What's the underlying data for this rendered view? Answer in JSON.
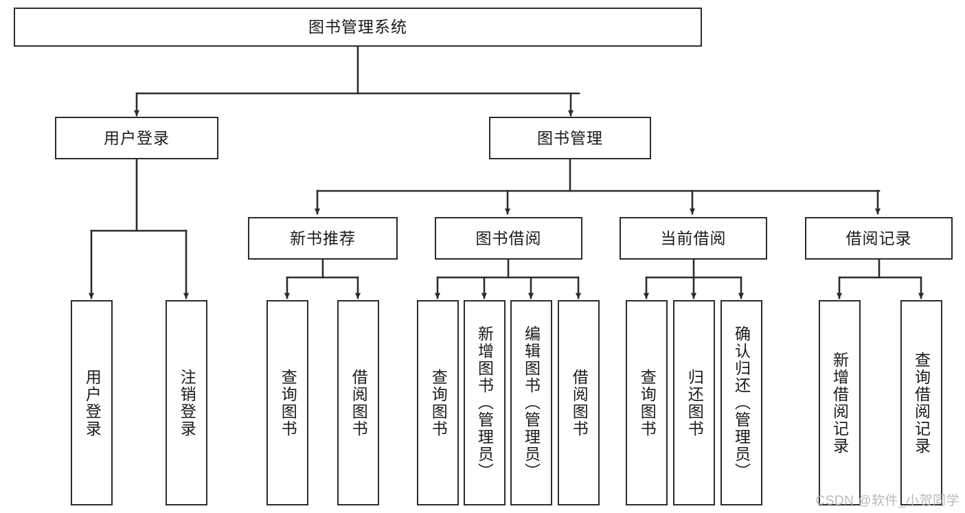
{
  "diagram": {
    "type": "tree-hierarchy-chart",
    "title": "图书管理系统",
    "watermark": "CSDN @软件_小贺同学",
    "colors": {
      "stroke": "#2b2b2b",
      "fill": "#ffffff",
      "text": "#1a1a1a",
      "watermark": "#b9b9b9"
    },
    "nodes": {
      "root": {
        "label": "图书管理系统",
        "orientation": "horizontal"
      },
      "user_login": {
        "label": "用户登录",
        "orientation": "horizontal"
      },
      "book_manage": {
        "label": "图书管理",
        "orientation": "horizontal"
      },
      "new_book_rec": {
        "label": "新书推荐",
        "orientation": "horizontal"
      },
      "book_borrow": {
        "label": "图书借阅",
        "orientation": "horizontal"
      },
      "current_borrow": {
        "label": "当前借阅",
        "orientation": "horizontal"
      },
      "borrow_record": {
        "label": "借阅记录",
        "orientation": "horizontal"
      },
      "leaf_user_login": {
        "label": "用户登录",
        "orientation": "vertical"
      },
      "leaf_logout": {
        "label": "注销登录",
        "orientation": "vertical"
      },
      "leaf_query_book_1": {
        "label": "查询图书",
        "orientation": "vertical"
      },
      "leaf_borrow_book_1": {
        "label": "借阅图书",
        "orientation": "vertical"
      },
      "leaf_query_book_2": {
        "label": "查询图书",
        "orientation": "vertical"
      },
      "leaf_add_book": {
        "label": "新增图书（管理员）",
        "orientation": "vertical"
      },
      "leaf_edit_book": {
        "label": "编辑图书（管理员）",
        "orientation": "vertical"
      },
      "leaf_borrow_book_2": {
        "label": "借阅图书",
        "orientation": "vertical"
      },
      "leaf_query_book_3": {
        "label": "查询图书",
        "orientation": "vertical"
      },
      "leaf_return_book": {
        "label": "归还图书",
        "orientation": "vertical"
      },
      "leaf_confirm_return": {
        "label": "确认归还（管理员）",
        "orientation": "vertical"
      },
      "leaf_add_record": {
        "label": "新增借阅记录",
        "orientation": "vertical"
      },
      "leaf_query_record": {
        "label": "查询借阅记录",
        "orientation": "vertical"
      }
    },
    "edges": [
      {
        "from": "root",
        "to": "user_login"
      },
      {
        "from": "root",
        "to": "book_manage"
      },
      {
        "from": "book_manage",
        "to": "new_book_rec"
      },
      {
        "from": "book_manage",
        "to": "book_borrow"
      },
      {
        "from": "book_manage",
        "to": "current_borrow"
      },
      {
        "from": "book_manage",
        "to": "borrow_record"
      },
      {
        "from": "user_login",
        "to": "leaf_user_login"
      },
      {
        "from": "user_login",
        "to": "leaf_logout"
      },
      {
        "from": "new_book_rec",
        "to": "leaf_query_book_1"
      },
      {
        "from": "new_book_rec",
        "to": "leaf_borrow_book_1"
      },
      {
        "from": "book_borrow",
        "to": "leaf_query_book_2"
      },
      {
        "from": "book_borrow",
        "to": "leaf_add_book"
      },
      {
        "from": "book_borrow",
        "to": "leaf_edit_book"
      },
      {
        "from": "book_borrow",
        "to": "leaf_borrow_book_2"
      },
      {
        "from": "current_borrow",
        "to": "leaf_query_book_3"
      },
      {
        "from": "current_borrow",
        "to": "leaf_return_book"
      },
      {
        "from": "current_borrow",
        "to": "leaf_confirm_return"
      },
      {
        "from": "borrow_record",
        "to": "leaf_add_record"
      },
      {
        "from": "borrow_record",
        "to": "leaf_query_record"
      }
    ]
  }
}
